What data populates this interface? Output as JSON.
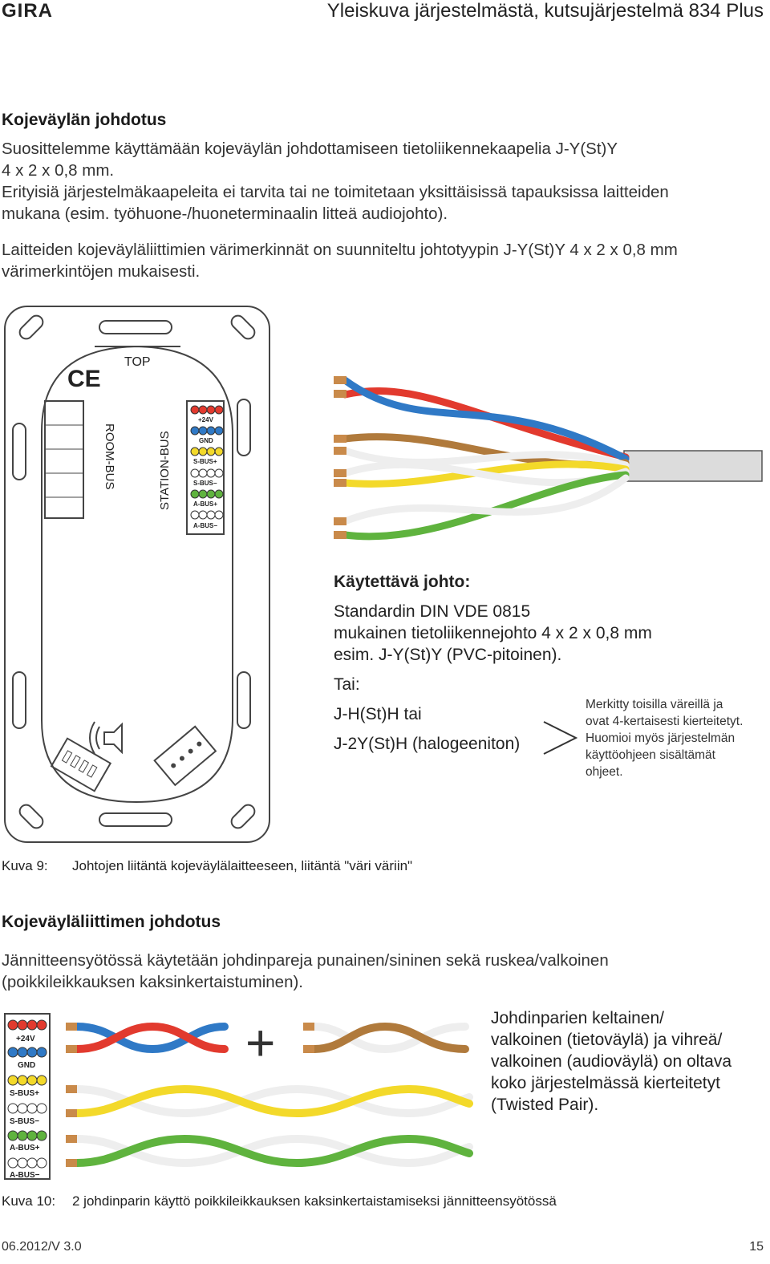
{
  "header": {
    "brand": "GIRA",
    "title": "Yleiskuva järjestelmästä, kutsujärjestelmä 834 Plus"
  },
  "section1": {
    "heading": "Kojeväylän johdotus",
    "p1": [
      "Suosittelemme käyttämään kojeväylän johdottamiseen tietoliikennekaapelia J-Y(St)Y",
      "4 x 2 x 0,8 mm.",
      "Erityisiä järjestelmäkaapeleita ei tarvita tai ne toimitetaan yksittäisissä tapauksissa laitteiden",
      "mukana (esim. työhuone-/huoneterminaalin litteä audiojohto)."
    ],
    "p2": [
      "Laitteiden kojeväyläliittimien värimerkinnät on suunniteltu johtotyypin J-Y(St)Y 4 x 2 x 0,8 mm",
      "värimerkintöjen mukaisesti."
    ]
  },
  "figure9": {
    "top_label": "TOP",
    "room_bus": "ROOM-BUS",
    "station_bus": "STATION-BUS",
    "terminals": [
      "+24V",
      "GND",
      "S-BUS+",
      "S-BUS−",
      "A-BUS+",
      "A-BUS−"
    ],
    "cable_heading": "Käytettävä johto:",
    "cable_lines": [
      "Standardin DIN VDE 0815",
      "mukainen tietoliikennejohto 4 x 2 x 0,8 mm",
      "esim. J-Y(St)Y (PVC-pitoinen)."
    ],
    "tai": "Tai:",
    "alt1": "J-H(St)H tai",
    "alt2": "J-2Y(St)H (halogeeniton)",
    "note": [
      "Merkitty toisilla väreillä ja",
      "ovat 4-kertaisesti kierteitetyt.",
      "Huomioi myös järjestelmän",
      "käyttöohjeen sisältämät",
      "ohjeet."
    ],
    "caption_num": "Kuva 9:",
    "caption_text": "Johtojen liitäntä kojeväylälaitteeseen, liitäntä \"väri väriin\""
  },
  "section2": {
    "heading": "Kojeväyläliittimen johdotus",
    "p1": [
      "Jännitteensyötössä käytetään johdinpareja punainen/sininen sekä ruskea/valkoinen",
      "(poikkileikkauksen kaksinkertaistuminen)."
    ]
  },
  "figure10": {
    "terminals": [
      "+24V",
      "GND",
      "S-BUS+",
      "S-BUS−",
      "A-BUS+",
      "A-BUS−"
    ],
    "plus_sign": "+",
    "text": [
      "Johdinparien keltainen/",
      "valkoinen (tietoväylä) ja vihreä/",
      "valkoinen (audioväylä) on oltava",
      "koko järjestelmässä kierteitetyt",
      "(Twisted Pair)."
    ],
    "caption_num": "Kuva 10:",
    "caption_text": "2 johdinparin käyttö poikkileikkauksen kaksinkertaistamiseksi jännitteensyötössä"
  },
  "footer": {
    "version": "06.2012/V 3.0",
    "page": "15"
  },
  "colors": {
    "red": "#e23a2e",
    "blue": "#2f79c6",
    "brown": "#b07a3c",
    "white_wire": "#efefef",
    "yellow": "#f3d92a",
    "green": "#5fb33e",
    "frame_gray": "#444444",
    "jacket": "#dcdcdc"
  }
}
